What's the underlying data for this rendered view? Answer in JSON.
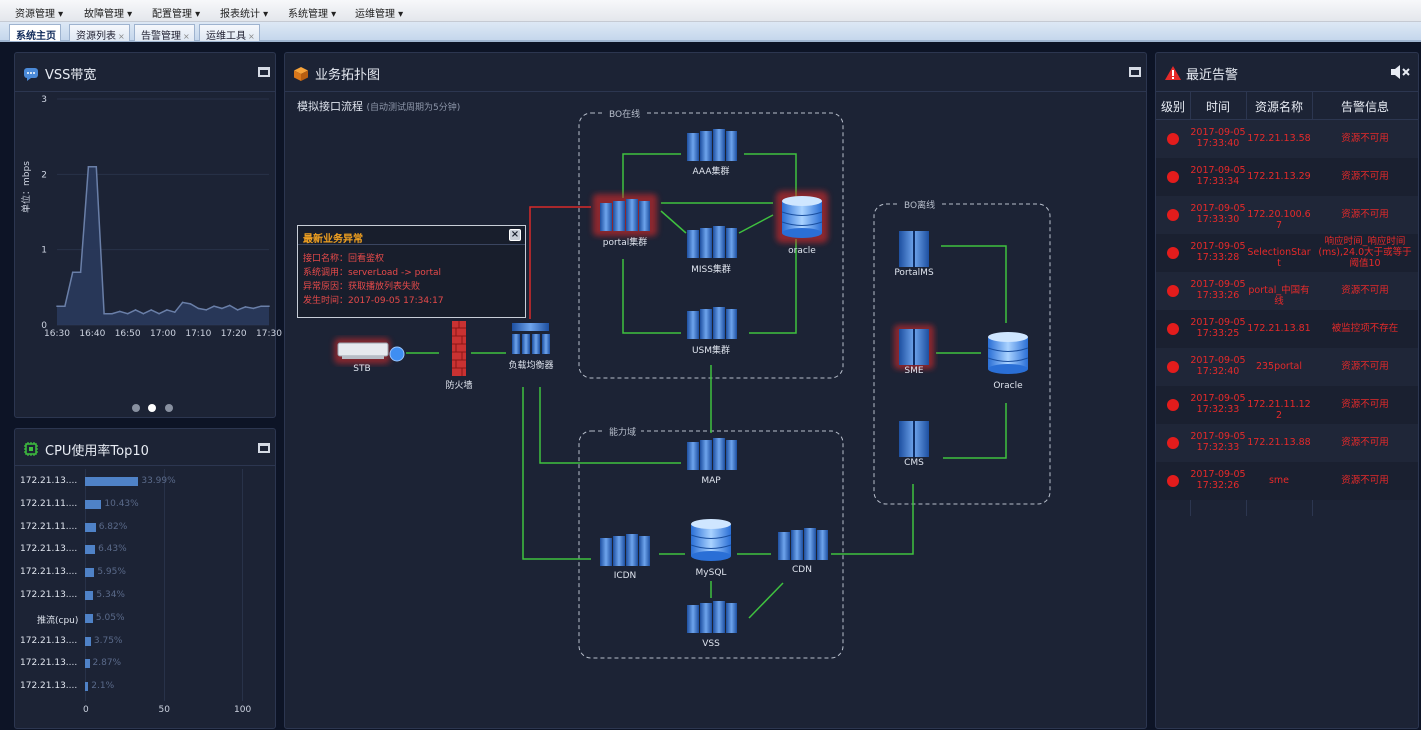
{
  "menu": [
    "资源管理 ▾",
    "故障管理 ▾",
    "配置管理 ▾",
    "报表统计 ▾",
    "系统管理 ▾",
    "运维管理 ▾"
  ],
  "tabs": [
    {
      "label": "系统主页",
      "closable": false
    },
    {
      "label": "资源列表",
      "closable": true
    },
    {
      "label": "告警管理",
      "closable": true
    },
    {
      "label": "运维工具",
      "closable": true
    }
  ],
  "close_glyph": "×",
  "vss": {
    "title": "VSS带宽",
    "ylabel": "单位：mbps",
    "chart_data": {
      "type": "area",
      "title": "",
      "ylabel": "单位：mbps",
      "ylim": [
        0,
        3
      ],
      "yticks": [
        "0",
        "1",
        "2",
        "3"
      ],
      "xticks": [
        "16:30",
        "16:40",
        "16:50",
        "17:00",
        "17:10",
        "17:20",
        "17:30"
      ],
      "grid": true,
      "series": [
        {
          "values": [
            0.25,
            0.25,
            0.7,
            0.7,
            2.1,
            2.1,
            0.15,
            0.15,
            0.18,
            0.15,
            0.2,
            0.15,
            0.2,
            0.15,
            0.2,
            0.17,
            0.3,
            0.28,
            0.22,
            0.2,
            0.25,
            0.22,
            0.26,
            0.2,
            0.24,
            0.22,
            0.25,
            0.25
          ],
          "color": "#6a7fa8"
        }
      ]
    }
  },
  "cpu": {
    "title": "CPU使用率Top10",
    "chart_data": {
      "type": "bar",
      "orientation": "horizontal",
      "categories": [
        "172.21.13....",
        "172.21.11....",
        "172.21.11....",
        "172.21.13....",
        "172.21.13....",
        "172.21.13....",
        "推流(cpu)",
        "172.21.13....",
        "172.21.13....",
        "172.21.13...."
      ],
      "values": [
        33.99,
        10.43,
        6.82,
        6.43,
        5.95,
        5.34,
        5.05,
        3.75,
        2.87,
        2.1
      ],
      "labels": [
        "33.99%",
        "10.43%",
        "6.82%",
        "6.43%",
        "5.95%",
        "5.34%",
        "5.05%",
        "3.75%",
        "2.87%",
        "2.1%"
      ],
      "xlim": [
        0,
        100
      ],
      "xticks": [
        "0",
        "50",
        "100"
      ]
    }
  },
  "topo": {
    "title": "业务拓扑图",
    "subtitle": "模拟接口流程",
    "subtitle_note": "(自动测试周期为5分钟)",
    "groups": {
      "bo_online": "BO在线",
      "bo_offline": "BO离线",
      "capability": "能力域"
    },
    "nodes": {
      "stb": "STB",
      "firewall": "防火墙",
      "lb": "负载均衡器",
      "portal": "portal集群",
      "aaa": "AAA集群",
      "miss": "MISS集群",
      "usm": "USM集群",
      "oracle1": "oracle",
      "portalms": "PortalMS",
      "sme": "SME",
      "cms": "CMS",
      "oracle2": "Oracle",
      "map": "MAP",
      "icdn": "ICDN",
      "mysql": "MySQL",
      "cdn": "CDN",
      "vss": "VSS"
    },
    "popup": {
      "title": "最新业务异常",
      "lines": [
        "接口名称：回看鉴权",
        "系统调用：serverLoad -> portal",
        "异常原因：获取播放列表失败",
        "发生时间：2017-09-05 17:34:17"
      ]
    }
  },
  "alarms": {
    "title": "最近告警",
    "headers": [
      "级别",
      "时间",
      "资源名称",
      "告警信息"
    ],
    "rows": [
      {
        "date": "2017-09-05",
        "time": "17:33:40",
        "res": "172.21.13.58",
        "msg": "资源不可用"
      },
      {
        "date": "2017-09-05",
        "time": "17:33:34",
        "res": "172.21.13.29",
        "msg": "资源不可用"
      },
      {
        "date": "2017-09-05",
        "time": "17:33:30",
        "res": "172.20.100.67",
        "msg": "资源不可用"
      },
      {
        "date": "2017-09-05",
        "time": "17:33:28",
        "res": "SelectionStart",
        "msg": "响应时间_响应时间(ms),24.0大于或等于阈值10"
      },
      {
        "date": "2017-09-05",
        "time": "17:33:26",
        "res": "portal_中国有线",
        "msg": "资源不可用"
      },
      {
        "date": "2017-09-05",
        "time": "17:33:25",
        "res": "172.21.13.81",
        "msg": "被监控项不存在"
      },
      {
        "date": "2017-09-05",
        "time": "17:32:40",
        "res": "235portal",
        "msg": "资源不可用"
      },
      {
        "date": "2017-09-05",
        "time": "17:32:33",
        "res": "172.21.11.122",
        "msg": "资源不可用"
      },
      {
        "date": "2017-09-05",
        "time": "17:32:33",
        "res": "172.21.13.88",
        "msg": "资源不可用"
      },
      {
        "date": "2017-09-05",
        "time": "17:32:26",
        "res": "sme",
        "msg": "资源不可用"
      }
    ]
  },
  "colors": {
    "link": "#3fc13f",
    "alert_link": "#d82a2a",
    "alarm_red": "#e52a2a",
    "bar": "#4f82c7"
  }
}
